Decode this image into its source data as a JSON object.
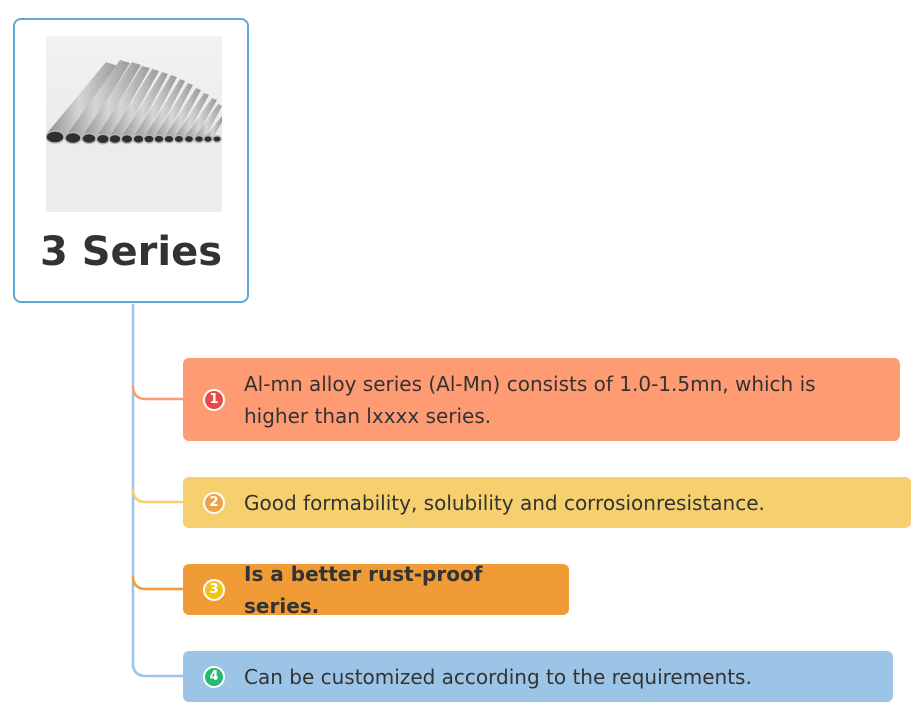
{
  "root": {
    "title": "3 Series",
    "image": "aluminum-tubes-photo"
  },
  "branches": [
    {
      "number": "1",
      "text": "Al-mn alloy series (Al-Mn) consists of 1.0-1.5mn, which is higher than lxxxx series.",
      "color": "#ff9b72",
      "badge_color": "#e84a4a"
    },
    {
      "number": "2",
      "text": "Good formability, solubility and corrosionresistance.",
      "color": "#f6cf6e",
      "badge_color": "#f0a24a"
    },
    {
      "number": "3",
      "text": "Is a better rust-proof series.",
      "color": "#f09b35",
      "badge_color": "#f2c318"
    },
    {
      "number": "4",
      "text": "Can be customized according to the requirements.",
      "color": "#9cc4e6",
      "badge_color": "#27b872"
    }
  ],
  "colors": {
    "root_border": "#5fa8d3",
    "trunk": "#9cc4e6"
  }
}
